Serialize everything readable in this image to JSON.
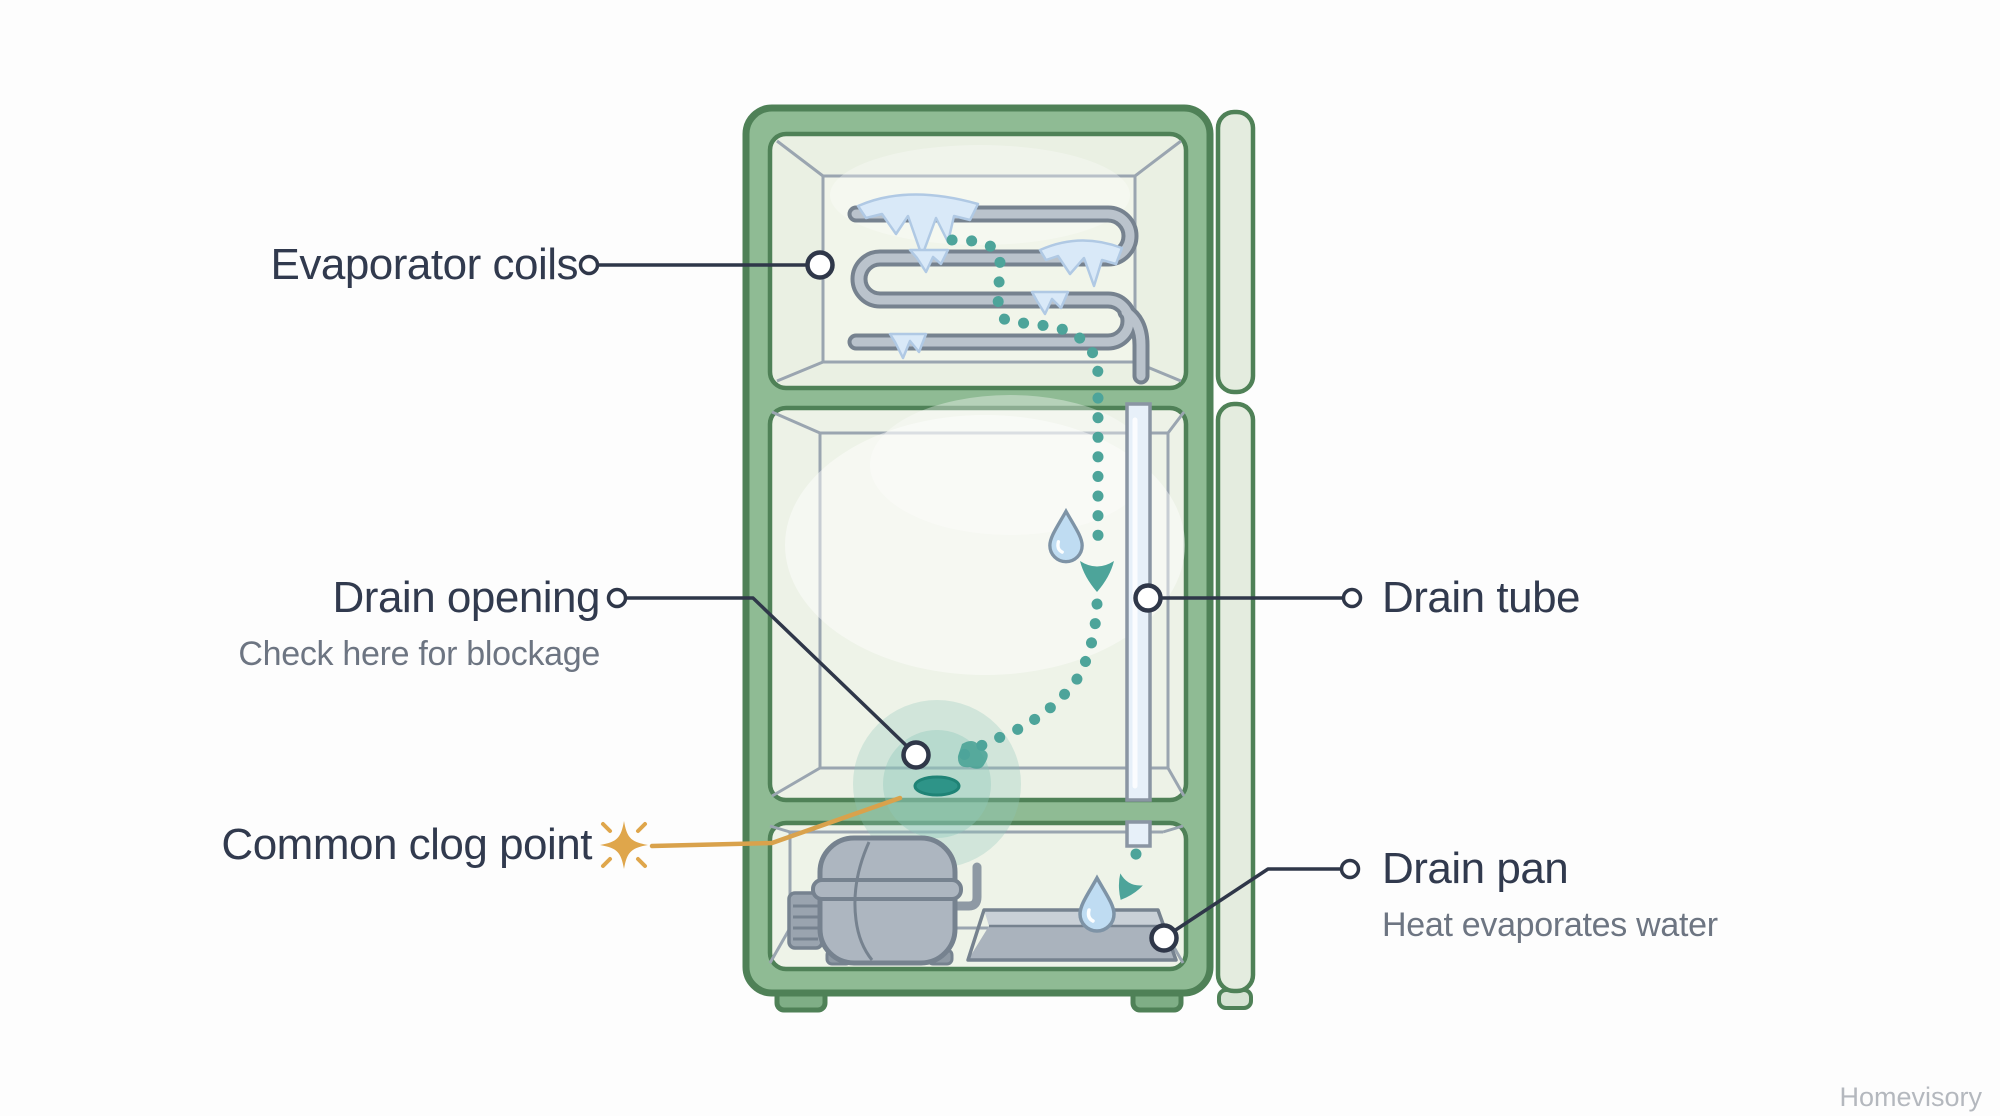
{
  "labels": {
    "evaporator_coils": {
      "title": "Evaporator coils"
    },
    "drain_opening": {
      "title": "Drain opening",
      "subtitle": "Check here for blockage"
    },
    "common_clog_point": {
      "title": "Common clog point"
    },
    "drain_tube": {
      "title": "Drain tube"
    },
    "drain_pan": {
      "title": "Drain pan",
      "subtitle": "Heat evaporates water"
    }
  },
  "watermark": "Homevisory",
  "colors": {
    "fridge_green": "#8fbb94",
    "fridge_outline": "#4f8157",
    "door_green": "#e4ecdf",
    "interior_green": "#eaf0e3",
    "teal_accent": "#4da49a",
    "drain_teal": "#2e9488",
    "leader_dark": "#2f3749",
    "clog_orange": "#d9a24c",
    "metal_gray": "#adb6c0",
    "metal_outline": "#76828f",
    "ice_blue": "#d9e9f8",
    "water_blue": "#bfdcf2",
    "label_dark": "#313a4e",
    "label_gray": "#6d7582"
  },
  "icons": {
    "sparkle_icon": "four-point-star",
    "water_droplet_icon": "teardrop",
    "flow_arrow_icon": "chevron-down",
    "label_marker_icon": "open-circle"
  }
}
